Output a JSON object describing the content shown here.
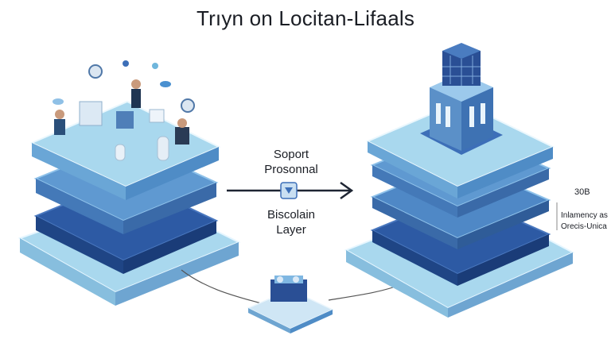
{
  "title": "Trıyn on Locitan-Lifaals",
  "center": {
    "line1": "Soport",
    "line2": "Prosonnal",
    "line3": "Biscolain",
    "line4": "Layer"
  },
  "right": {
    "value": "30B",
    "line1": "Inlamency as",
    "line2": "Orecis-Unica"
  },
  "colors": {
    "tile_light": "#a9d8ee",
    "tile_mid": "#5d95cf",
    "tile_dark": "#2a4f95",
    "accent": "#3d6fb8"
  }
}
